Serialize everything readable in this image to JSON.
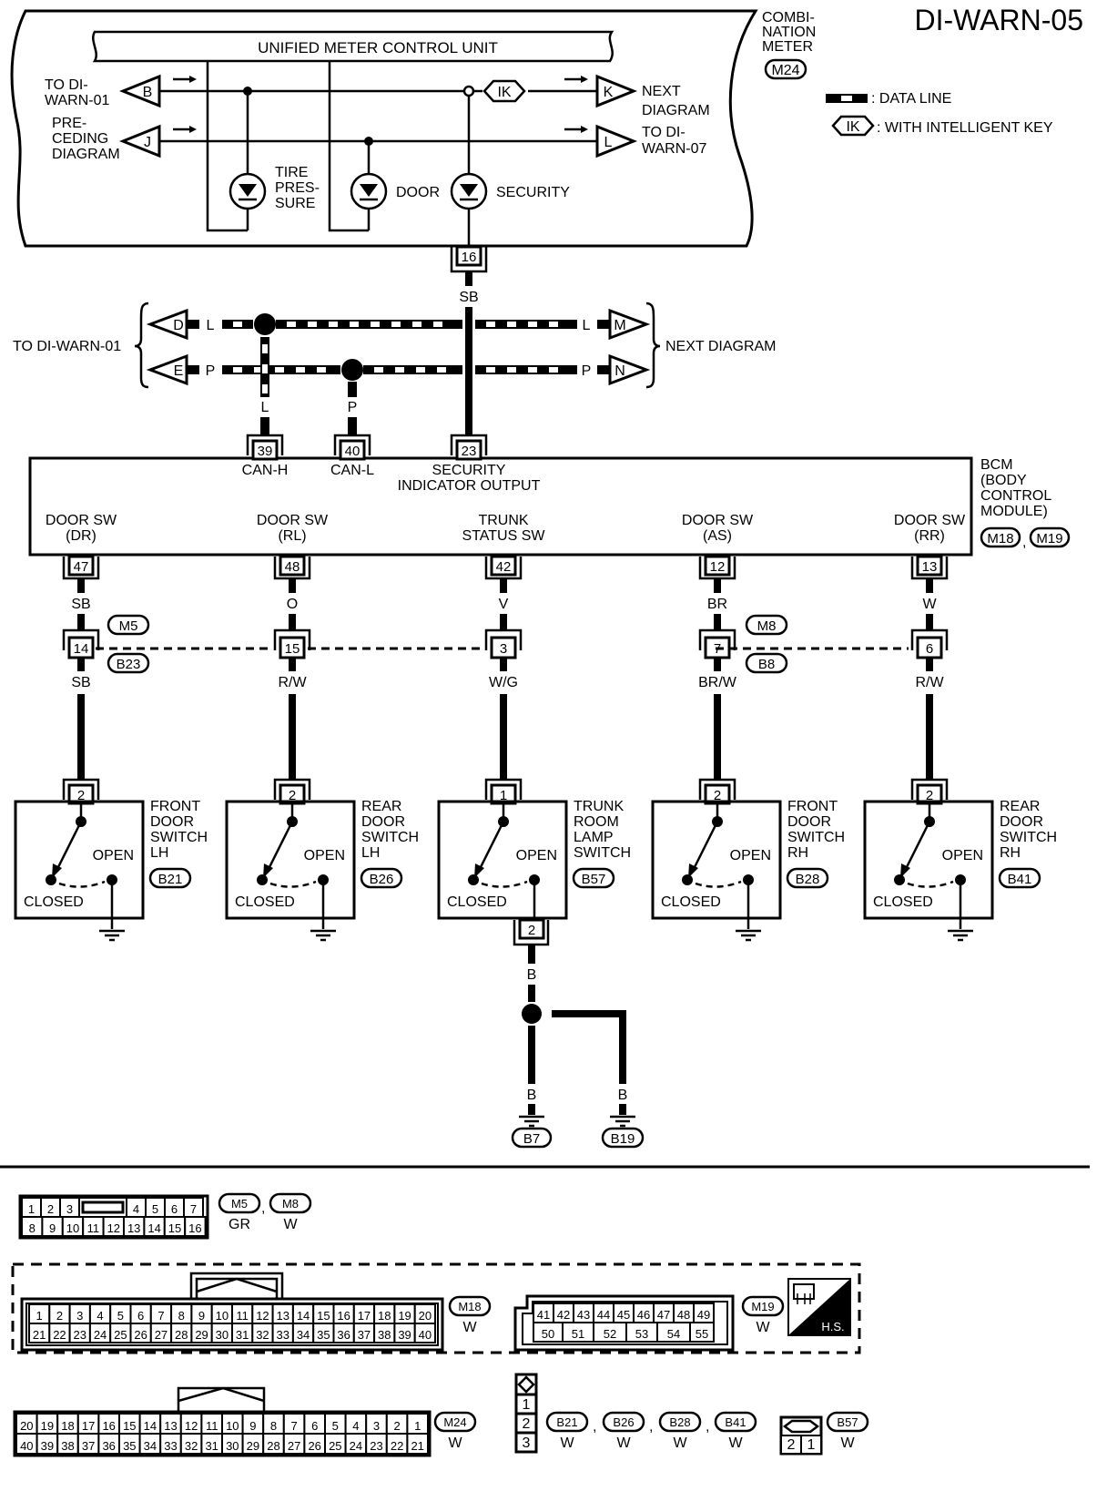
{
  "title": "DI-WARN-05",
  "legend": {
    "data_line": ": DATA LINE",
    "intelligent_key_tag": "IK",
    "intelligent_key": ": WITH INTELLIGENT KEY"
  },
  "combination_meter": {
    "label": [
      "COMBI-",
      "NATION",
      "METER"
    ],
    "connector": "M24",
    "unit_title": "UNIFIED METER CONTROL UNIT",
    "left_links": [
      {
        "tag": "B",
        "text": [
          "TO DI-",
          "WARN-01"
        ]
      },
      {
        "tag": "J",
        "text": [
          "PRE-",
          "CEDING",
          "DIAGRAM"
        ]
      }
    ],
    "right_links": [
      {
        "tag": "K",
        "text": [
          "NEXT",
          "DIAGRAM"
        ]
      },
      {
        "tag": "L",
        "text": [
          "TO DI-",
          "WARN-07"
        ]
      }
    ],
    "indicators": [
      {
        "name": "tire-pressure",
        "text": [
          "TIRE",
          "PRES-",
          "SURE"
        ]
      },
      {
        "name": "door",
        "text": [
          "DOOR"
        ]
      },
      {
        "name": "security",
        "text": [
          "SECURITY"
        ]
      }
    ],
    "output_pin": "16",
    "output_wire": "SB"
  },
  "can_bus": {
    "left_label": "TO DI-WARN-01",
    "right_label": "NEXT DIAGRAM",
    "left_tags": [
      "D",
      "E"
    ],
    "right_tags": [
      "M",
      "N"
    ],
    "wire_colors": [
      "L",
      "P"
    ],
    "drop_colors": [
      "L",
      "P"
    ]
  },
  "bcm": {
    "label": [
      "BCM",
      "(BODY",
      "CONTROL",
      "MODULE)"
    ],
    "connectors": [
      "M18",
      "M19"
    ],
    "top_pins": [
      {
        "pin": "39",
        "label": [
          "CAN-H"
        ]
      },
      {
        "pin": "40",
        "label": [
          "CAN-L"
        ]
      },
      {
        "pin": "23",
        "label": [
          "SECURITY",
          "INDICATOR OUTPUT"
        ]
      }
    ],
    "bottom_pins": [
      {
        "pin": "47",
        "label": [
          "DOOR SW",
          "(DR)"
        ]
      },
      {
        "pin": "48",
        "label": [
          "DOOR SW",
          "(RL)"
        ]
      },
      {
        "pin": "42",
        "label": [
          "TRUNK",
          "STATUS SW"
        ]
      },
      {
        "pin": "12",
        "label": [
          "DOOR SW",
          "(AS)"
        ]
      },
      {
        "pin": "13",
        "label": [
          "DOOR SW",
          "(RR)"
        ]
      }
    ]
  },
  "branches": [
    {
      "upper_wire": "SB",
      "inline_pin": "14",
      "lower_wire": "SB",
      "switch_pin": "2",
      "switch_name": [
        "FRONT",
        "DOOR",
        "SWITCH",
        "LH"
      ],
      "switch_conn": "B21"
    },
    {
      "upper_wire": "O",
      "inline_pin": "15",
      "lower_wire": "R/W",
      "switch_pin": "2",
      "switch_name": [
        "REAR",
        "DOOR",
        "SWITCH",
        "LH"
      ],
      "switch_conn": "B26"
    },
    {
      "upper_wire": "V",
      "inline_pin": "3",
      "lower_wire": "W/G",
      "switch_pin": "1",
      "switch_name": [
        "TRUNK",
        "ROOM",
        "LAMP",
        "SWITCH"
      ],
      "switch_conn": "B57"
    },
    {
      "upper_wire": "BR",
      "inline_pin": "7",
      "lower_wire": "BR/W",
      "switch_pin": "2",
      "switch_name": [
        "FRONT",
        "DOOR",
        "SWITCH",
        "RH"
      ],
      "switch_conn": "B28"
    },
    {
      "upper_wire": "W",
      "inline_pin": "6",
      "lower_wire": "R/W",
      "switch_pin": "2",
      "switch_name": [
        "REAR",
        "DOOR",
        "SWITCH",
        "RH"
      ],
      "switch_conn": "B41"
    }
  ],
  "inline_connectors": {
    "left": {
      "top": "M5",
      "bottom": "B23"
    },
    "right": {
      "top": "M8",
      "bottom": "B8"
    }
  },
  "switch_states": {
    "open": "OPEN",
    "closed": "CLOSED"
  },
  "trunk_ground": {
    "pin": "2",
    "wire": "B",
    "branches": [
      {
        "wire": "B",
        "ground": "B7"
      },
      {
        "wire": "B",
        "ground": "B19"
      }
    ]
  },
  "connector_views": {
    "m5_m8": {
      "rows": [
        [
          "1",
          "2",
          "3",
          "",
          "4",
          "5",
          "6",
          "7"
        ],
        [
          "8",
          "9",
          "10",
          "11",
          "12",
          "13",
          "14",
          "15",
          "16"
        ]
      ],
      "ids": [
        "M5",
        "M8"
      ],
      "colors": [
        "GR",
        "W"
      ]
    },
    "m18": {
      "rows": [
        [
          "1",
          "2",
          "3",
          "4",
          "5",
          "6",
          "7",
          "8",
          "9",
          "10",
          "11",
          "12",
          "13",
          "14",
          "15",
          "16",
          "17",
          "18",
          "19",
          "20"
        ],
        [
          "21",
          "22",
          "23",
          "24",
          "25",
          "26",
          "27",
          "28",
          "29",
          "30",
          "31",
          "32",
          "33",
          "34",
          "35",
          "36",
          "37",
          "38",
          "39",
          "40"
        ]
      ],
      "id": "M18",
      "color": "W"
    },
    "m19": {
      "rows": [
        [
          "41",
          "42",
          "43",
          "44",
          "45",
          "46",
          "47",
          "48",
          "49"
        ],
        [
          "50",
          "51",
          "52",
          "53",
          "54",
          "55"
        ]
      ],
      "id": "M19",
      "color": "W"
    },
    "hs_label": "H.S.",
    "m24": {
      "rows": [
        [
          "20",
          "19",
          "18",
          "17",
          "16",
          "15",
          "14",
          "13",
          "12",
          "11",
          "10",
          "9",
          "8",
          "7",
          "6",
          "5",
          "4",
          "3",
          "2",
          "1"
        ],
        [
          "40",
          "39",
          "38",
          "37",
          "36",
          "35",
          "34",
          "33",
          "32",
          "31",
          "30",
          "29",
          "28",
          "27",
          "26",
          "25",
          "24",
          "23",
          "22",
          "21"
        ]
      ],
      "id": "M24",
      "color": "W"
    },
    "switch_3pin": {
      "pins": [
        "1",
        "2",
        "3"
      ],
      "ids": [
        "B21",
        "B26",
        "B28",
        "B41"
      ],
      "colors": [
        "W",
        "W",
        "W",
        "W"
      ]
    },
    "b57": {
      "pins": [
        "2",
        "1"
      ],
      "id": "B57",
      "color": "W"
    }
  }
}
